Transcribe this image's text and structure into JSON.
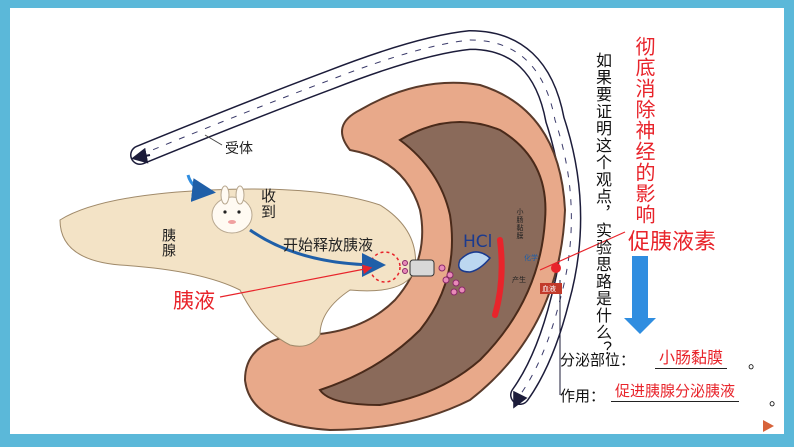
{
  "title": "彻底消除神经的影响",
  "question": "如果要证明这个观点，实验思路是什么？",
  "secretin": "促胰液素",
  "labels": {
    "receptor": "受体",
    "pancreas": "胰腺",
    "received": "收到",
    "release": "开始释放胰液",
    "pancreatic_juice": "胰液",
    "hcl": "HCl",
    "intestine_small": "小肠黏膜",
    "produce": "产生",
    "blood": "血液",
    "chemical": "化学"
  },
  "rows": {
    "site_label": "分泌部位：",
    "site_answer": "小肠黏膜",
    "site_end": "。",
    "effect_label": "作用：",
    "effect_answer": "促进胰腺分泌胰液",
    "effect_end": "。"
  },
  "colors": {
    "frame": "#5bb8d9",
    "accent_red": "#e8242b",
    "arrow_blue": "#2f8de0",
    "intestine": "#e8a98a",
    "lumen": "#8a6a5a",
    "pancreas": "#f3e3c6",
    "nerve": "#1c1c3a"
  },
  "icons": [
    "bunny-character-icon",
    "stomach-acid-icon",
    "play-icon"
  ]
}
